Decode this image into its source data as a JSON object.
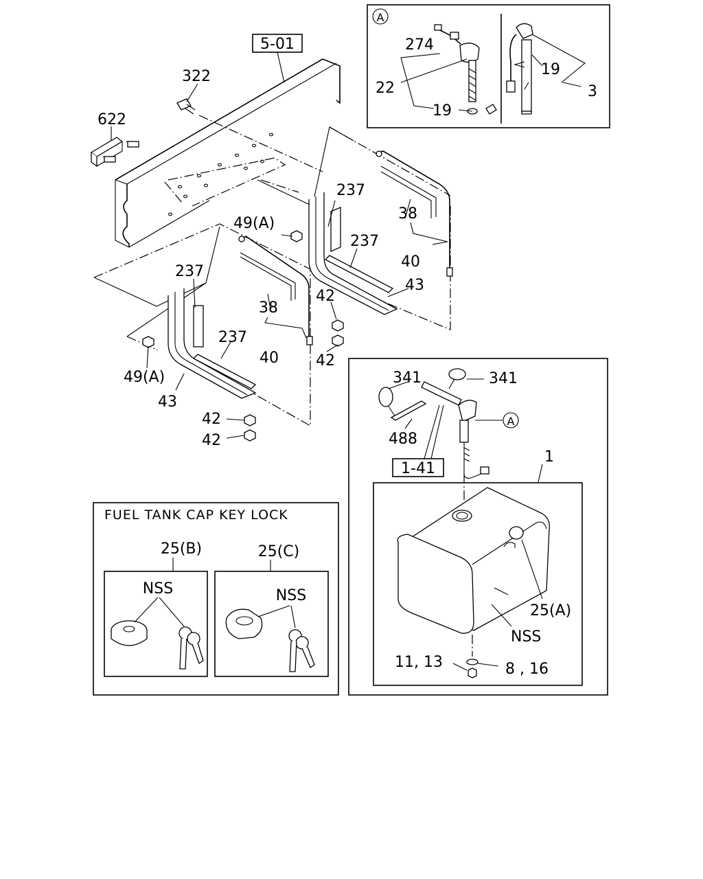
{
  "frame_refs": {
    "frame": "5-01",
    "fuel_line": "1-41"
  },
  "detail_marker": "A",
  "callouts": {
    "c322": "322",
    "c622": "622",
    "c237a": "237",
    "c237b": "237",
    "c237c": "237",
    "c237d": "237",
    "c38a": "38",
    "c38b": "38",
    "c40a": "40",
    "c40b": "40",
    "c43a": "43",
    "c43b": "43",
    "c42a": "42",
    "c42b": "42",
    "c42c": "42",
    "c42d": "42",
    "c49a": "49(A)",
    "c49b": "49(A)",
    "c274": "274",
    "c22": "22",
    "c19a": "19",
    "c19b": "19",
    "c3": "3",
    "c341a": "341",
    "c341b": "341",
    "c488": "488",
    "c1": "1",
    "c25a": "25(A)",
    "c11_13": "11, 13",
    "c8_16": "8 , 16",
    "nss_tank": "NSS"
  },
  "cap_lock": {
    "title": "FUEL TANK CAP KEY LOCK",
    "left_ref": "25(B)",
    "right_ref": "25(C)",
    "left_nss": "NSS",
    "right_nss": "NSS"
  }
}
